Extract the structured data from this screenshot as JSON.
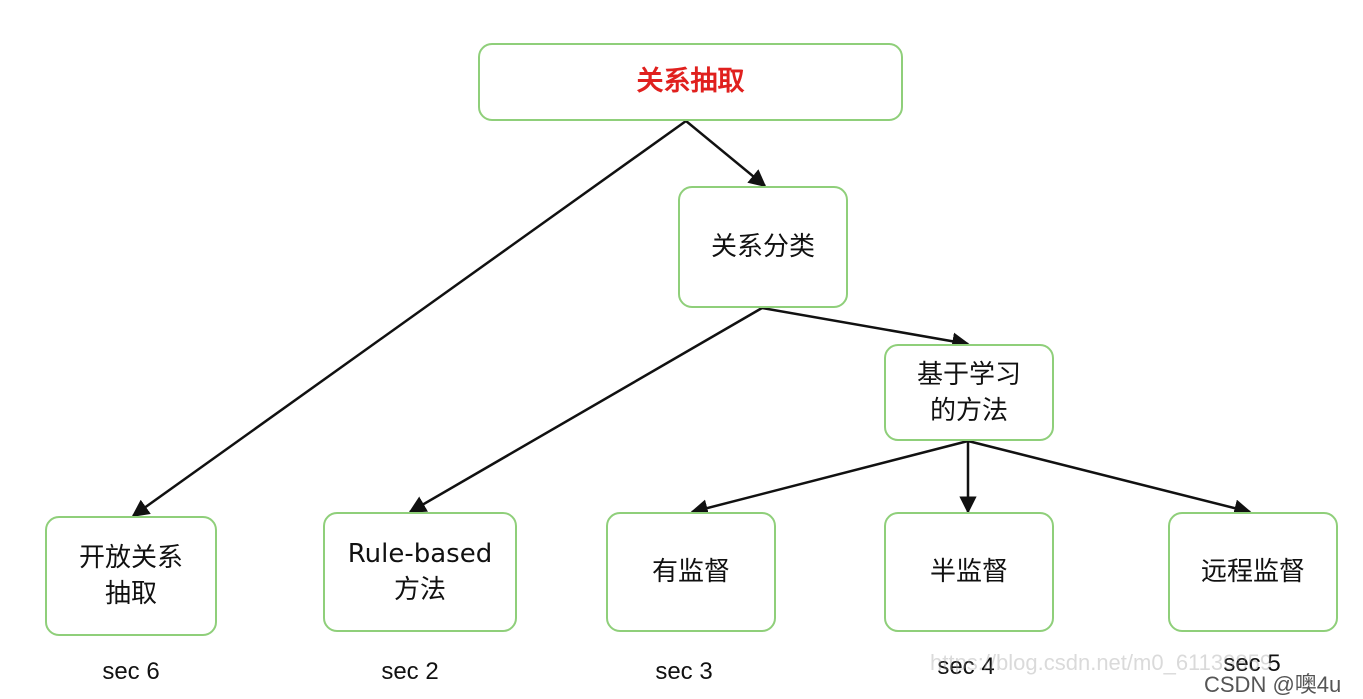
{
  "nodes": {
    "root": "关系抽取",
    "classification": "关系分类",
    "learning": [
      "基于学习",
      "的方法"
    ],
    "open": [
      "开放关系",
      "抽取"
    ],
    "rule": [
      "Rule-based",
      "方法"
    ],
    "supervised": "有监督",
    "semi": "半监督",
    "distant": "远程监督"
  },
  "sections": [
    "sec 6",
    "sec 2",
    "sec 3",
    "sec 4",
    "sec 5"
  ],
  "watermark": "https://blog.csdn.net/m0_61139859",
  "brand": "CSDN @噢4u",
  "colors": {
    "border": "#8fcf7a",
    "root_text": "#e0201e",
    "arrow": "#111111"
  }
}
